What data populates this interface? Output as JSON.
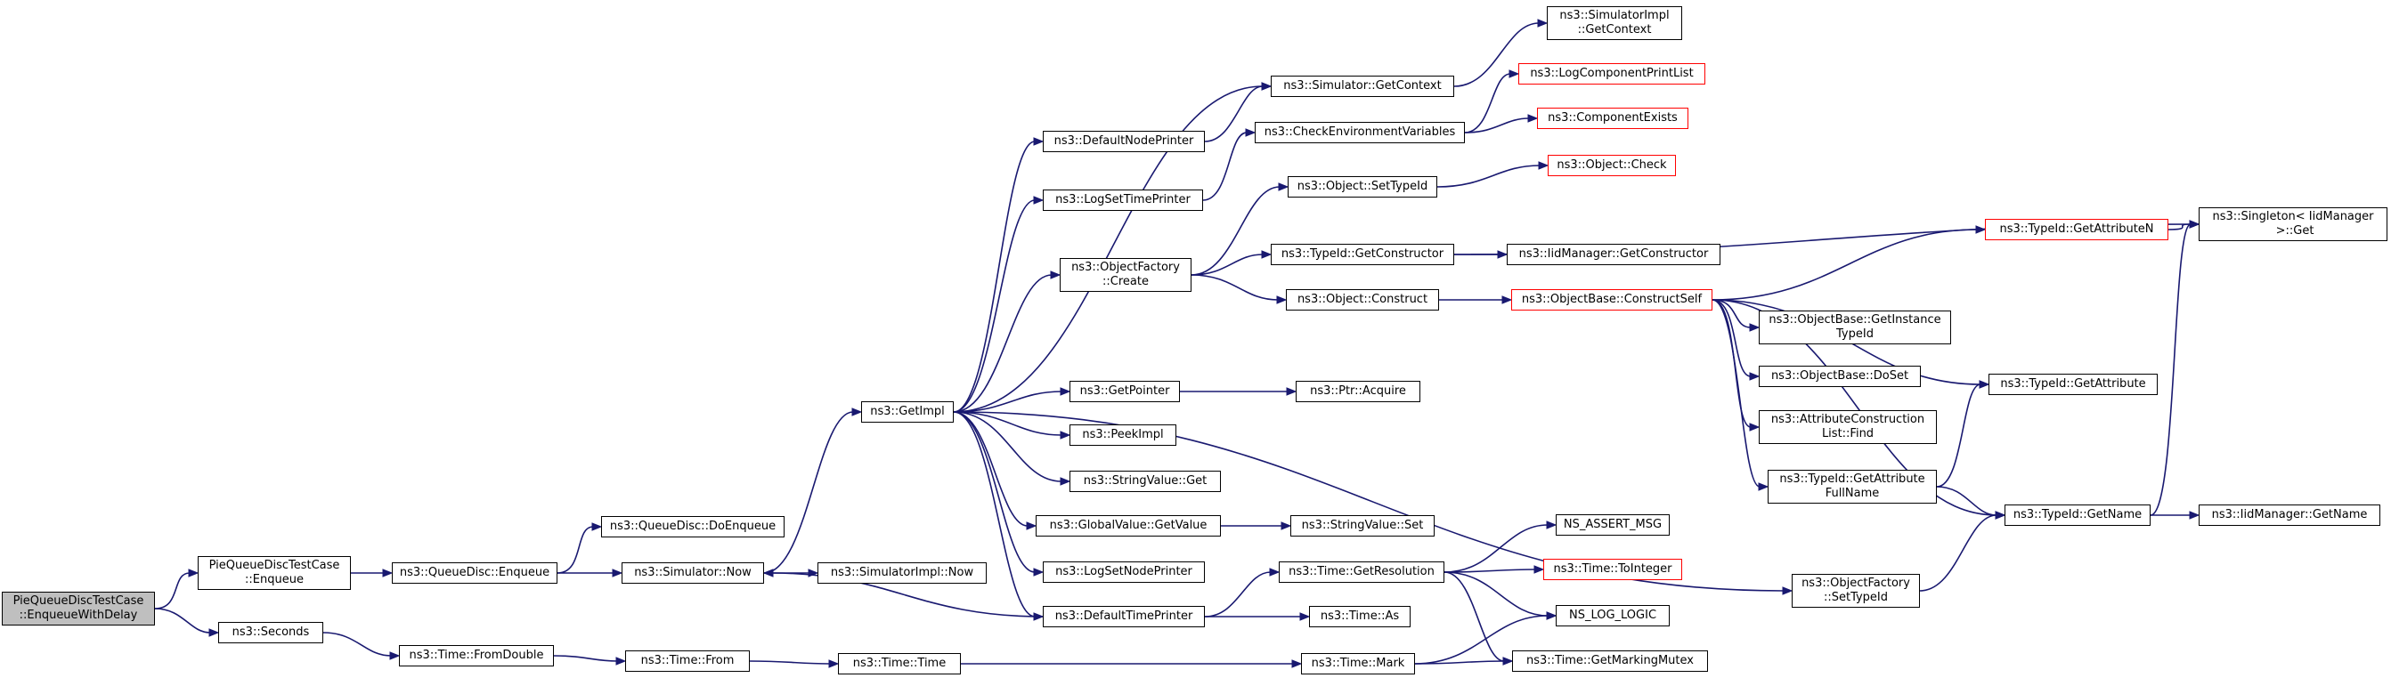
{
  "graph": {
    "colors": {
      "edge": "#191970",
      "node_border": "#000000",
      "node_border_truncated": "#ff0000",
      "root_fill": "#bfbfbf",
      "background": "#ffffff"
    },
    "nodes": [
      {
        "id": "root",
        "label": "PieQueueDiscTestCase\n::EnqueueWithDelay",
        "style": "root"
      },
      {
        "id": "enqueue",
        "label": "PieQueueDiscTestCase\n::Enqueue",
        "style": "normal"
      },
      {
        "id": "seconds",
        "label": "ns3::Seconds",
        "style": "normal"
      },
      {
        "id": "qdEnqueue",
        "label": "ns3::QueueDisc::Enqueue",
        "style": "normal"
      },
      {
        "id": "doEnqueue",
        "label": "ns3::QueueDisc::DoEnqueue",
        "style": "normal"
      },
      {
        "id": "simNow",
        "label": "ns3::Simulator::Now",
        "style": "normal"
      },
      {
        "id": "fromDouble",
        "label": "ns3::Time::FromDouble",
        "style": "normal"
      },
      {
        "id": "simImplNow",
        "label": "ns3::SimulatorImpl::Now",
        "style": "normal"
      },
      {
        "id": "timeFrom",
        "label": "ns3::Time::From",
        "style": "normal"
      },
      {
        "id": "getImpl",
        "label": "ns3::GetImpl",
        "style": "normal"
      },
      {
        "id": "timeTime",
        "label": "ns3::Time::Time",
        "style": "normal"
      },
      {
        "id": "defNodePrinter",
        "label": "ns3::DefaultNodePrinter",
        "style": "normal"
      },
      {
        "id": "logSetTimePrinter",
        "label": "ns3::LogSetTimePrinter",
        "style": "normal"
      },
      {
        "id": "objFactoryCreate",
        "label": "ns3::ObjectFactory\n::Create",
        "style": "normal"
      },
      {
        "id": "getPointer",
        "label": "ns3::GetPointer",
        "style": "normal"
      },
      {
        "id": "peekImpl",
        "label": "ns3::PeekImpl",
        "style": "normal"
      },
      {
        "id": "stringValueGet",
        "label": "ns3::StringValue::Get",
        "style": "normal"
      },
      {
        "id": "globalValueGetValue",
        "label": "ns3::GlobalValue::GetValue",
        "style": "normal"
      },
      {
        "id": "logSetNodePrinter",
        "label": "ns3::LogSetNodePrinter",
        "style": "normal"
      },
      {
        "id": "defTimePrinter",
        "label": "ns3::DefaultTimePrinter",
        "style": "normal"
      },
      {
        "id": "simGetContext",
        "label": "ns3::Simulator::GetContext",
        "style": "normal"
      },
      {
        "id": "checkEnvVars",
        "label": "ns3::CheckEnvironmentVariables",
        "style": "normal"
      },
      {
        "id": "objSetTypeId",
        "label": "ns3::Object::SetTypeId",
        "style": "normal"
      },
      {
        "id": "typeIdGetConstructor",
        "label": "ns3::TypeId::GetConstructor",
        "style": "normal"
      },
      {
        "id": "objConstruct",
        "label": "ns3::Object::Construct",
        "style": "normal"
      },
      {
        "id": "ptrAcquire",
        "label": "ns3::Ptr::Acquire",
        "style": "normal"
      },
      {
        "id": "stringValueSet",
        "label": "ns3::StringValue::Set",
        "style": "normal"
      },
      {
        "id": "getResolution",
        "label": "ns3::Time::GetResolution",
        "style": "normal"
      },
      {
        "id": "timeAs",
        "label": "ns3::Time::As",
        "style": "normal"
      },
      {
        "id": "timeMark",
        "label": "ns3::Time::Mark",
        "style": "normal"
      },
      {
        "id": "simImplGetContext",
        "label": "ns3::SimulatorImpl\n::GetContext",
        "style": "normal"
      },
      {
        "id": "logCompPrintList",
        "label": "ns3::LogComponentPrintList",
        "style": "truncated"
      },
      {
        "id": "compExists",
        "label": "ns3::ComponentExists",
        "style": "truncated"
      },
      {
        "id": "objCheck",
        "label": "ns3::Object::Check",
        "style": "truncated"
      },
      {
        "id": "iidGetConstructor",
        "label": "ns3::IidManager::GetConstructor",
        "style": "normal"
      },
      {
        "id": "objBaseConstructSelf",
        "label": "ns3::ObjectBase::ConstructSelf",
        "style": "truncated"
      },
      {
        "id": "nsAssertMsg",
        "label": "NS_ASSERT_MSG",
        "style": "normal"
      },
      {
        "id": "timeToInteger",
        "label": "ns3::Time::ToInteger",
        "style": "truncated"
      },
      {
        "id": "nsLogLogic",
        "label": "NS_LOG_LOGIC",
        "style": "normal"
      },
      {
        "id": "getMarkingMutex",
        "label": "ns3::Time::GetMarkingMutex",
        "style": "normal"
      },
      {
        "id": "objBaseGetInstanceTypeId",
        "label": "ns3::ObjectBase::GetInstance\nTypeId",
        "style": "normal"
      },
      {
        "id": "objBaseDoSet",
        "label": "ns3::ObjectBase::DoSet",
        "style": "normal"
      },
      {
        "id": "attrConstructionListFind",
        "label": "ns3::AttributeConstruction\nList::Find",
        "style": "normal"
      },
      {
        "id": "typeIdGetAttributeFullName",
        "label": "ns3::TypeId::GetAttribute\nFullName",
        "style": "normal"
      },
      {
        "id": "objFactorySetTypeId",
        "label": "ns3::ObjectFactory\n::SetTypeId",
        "style": "normal"
      },
      {
        "id": "typeIdGetAttributeN",
        "label": "ns3::TypeId::GetAttributeN",
        "style": "truncated"
      },
      {
        "id": "typeIdGetAttribute",
        "label": "ns3::TypeId::GetAttribute",
        "style": "normal"
      },
      {
        "id": "typeIdGetName",
        "label": "ns3::TypeId::GetName",
        "style": "normal"
      },
      {
        "id": "singletonGet",
        "label": "ns3::Singleton< IidManager\n >::Get",
        "style": "normal"
      },
      {
        "id": "iidGetName",
        "label": "ns3::IidManager::GetName",
        "style": "normal"
      }
    ],
    "edges": [
      {
        "from": "root",
        "to": "enqueue"
      },
      {
        "from": "root",
        "to": "seconds"
      },
      {
        "from": "enqueue",
        "to": "qdEnqueue"
      },
      {
        "from": "qdEnqueue",
        "to": "doEnqueue"
      },
      {
        "from": "qdEnqueue",
        "to": "simNow"
      },
      {
        "from": "seconds",
        "to": "fromDouble"
      },
      {
        "from": "simNow",
        "to": "getImpl"
      },
      {
        "from": "simNow",
        "to": "simImplNow"
      },
      {
        "from": "fromDouble",
        "to": "timeFrom"
      },
      {
        "from": "timeFrom",
        "to": "timeTime"
      },
      {
        "from": "timeTime",
        "to": "timeMark"
      },
      {
        "from": "getImpl",
        "to": "simGetContext"
      },
      {
        "from": "getImpl",
        "to": "defNodePrinter"
      },
      {
        "from": "getImpl",
        "to": "logSetTimePrinter"
      },
      {
        "from": "getImpl",
        "to": "objFactoryCreate"
      },
      {
        "from": "getImpl",
        "to": "objFactorySetTypeId"
      },
      {
        "from": "getImpl",
        "to": "getPointer"
      },
      {
        "from": "getImpl",
        "to": "peekImpl"
      },
      {
        "from": "getImpl",
        "to": "stringValueGet"
      },
      {
        "from": "getImpl",
        "to": "globalValueGetValue"
      },
      {
        "from": "getImpl",
        "to": "logSetNodePrinter"
      },
      {
        "from": "getImpl",
        "to": "defTimePrinter"
      },
      {
        "from": "defTimePrinter",
        "to": "simNow"
      },
      {
        "from": "defNodePrinter",
        "to": "simGetContext"
      },
      {
        "from": "simGetContext",
        "to": "simImplGetContext"
      },
      {
        "from": "logSetTimePrinter",
        "to": "checkEnvVars"
      },
      {
        "from": "checkEnvVars",
        "to": "logCompPrintList"
      },
      {
        "from": "checkEnvVars",
        "to": "compExists"
      },
      {
        "from": "objFactoryCreate",
        "to": "objSetTypeId"
      },
      {
        "from": "objFactoryCreate",
        "to": "typeIdGetConstructor"
      },
      {
        "from": "objFactoryCreate",
        "to": "objConstruct"
      },
      {
        "from": "objSetTypeId",
        "to": "objCheck"
      },
      {
        "from": "typeIdGetConstructor",
        "to": "iidGetConstructor"
      },
      {
        "from": "typeIdGetConstructor",
        "to": "singletonGet"
      },
      {
        "from": "objConstruct",
        "to": "objBaseConstructSelf"
      },
      {
        "from": "getPointer",
        "to": "ptrAcquire"
      },
      {
        "from": "globalValueGetValue",
        "to": "stringValueSet"
      },
      {
        "from": "defTimePrinter",
        "to": "getResolution"
      },
      {
        "from": "defTimePrinter",
        "to": "timeAs"
      },
      {
        "from": "getResolution",
        "to": "nsAssertMsg"
      },
      {
        "from": "getResolution",
        "to": "timeToInteger"
      },
      {
        "from": "getResolution",
        "to": "nsLogLogic"
      },
      {
        "from": "getResolution",
        "to": "getMarkingMutex"
      },
      {
        "from": "timeMark",
        "to": "nsLogLogic"
      },
      {
        "from": "timeMark",
        "to": "getMarkingMutex"
      },
      {
        "from": "objBaseConstructSelf",
        "to": "typeIdGetAttributeN"
      },
      {
        "from": "objBaseConstructSelf",
        "to": "typeIdGetAttribute"
      },
      {
        "from": "objBaseConstructSelf",
        "to": "objBaseGetInstanceTypeId"
      },
      {
        "from": "objBaseConstructSelf",
        "to": "objBaseDoSet"
      },
      {
        "from": "objBaseConstructSelf",
        "to": "attrConstructionListFind"
      },
      {
        "from": "objBaseConstructSelf",
        "to": "typeIdGetAttributeFullName"
      },
      {
        "from": "objBaseConstructSelf",
        "to": "typeIdGetName"
      },
      {
        "from": "typeIdGetAttributeN",
        "to": "singletonGet"
      },
      {
        "from": "typeIdGetAttributeFullName",
        "to": "typeIdGetAttribute"
      },
      {
        "from": "typeIdGetAttributeFullName",
        "to": "typeIdGetName"
      },
      {
        "from": "objFactorySetTypeId",
        "to": "typeIdGetName"
      },
      {
        "from": "typeIdGetName",
        "to": "singletonGet"
      },
      {
        "from": "typeIdGetName",
        "to": "iidGetName"
      }
    ]
  }
}
